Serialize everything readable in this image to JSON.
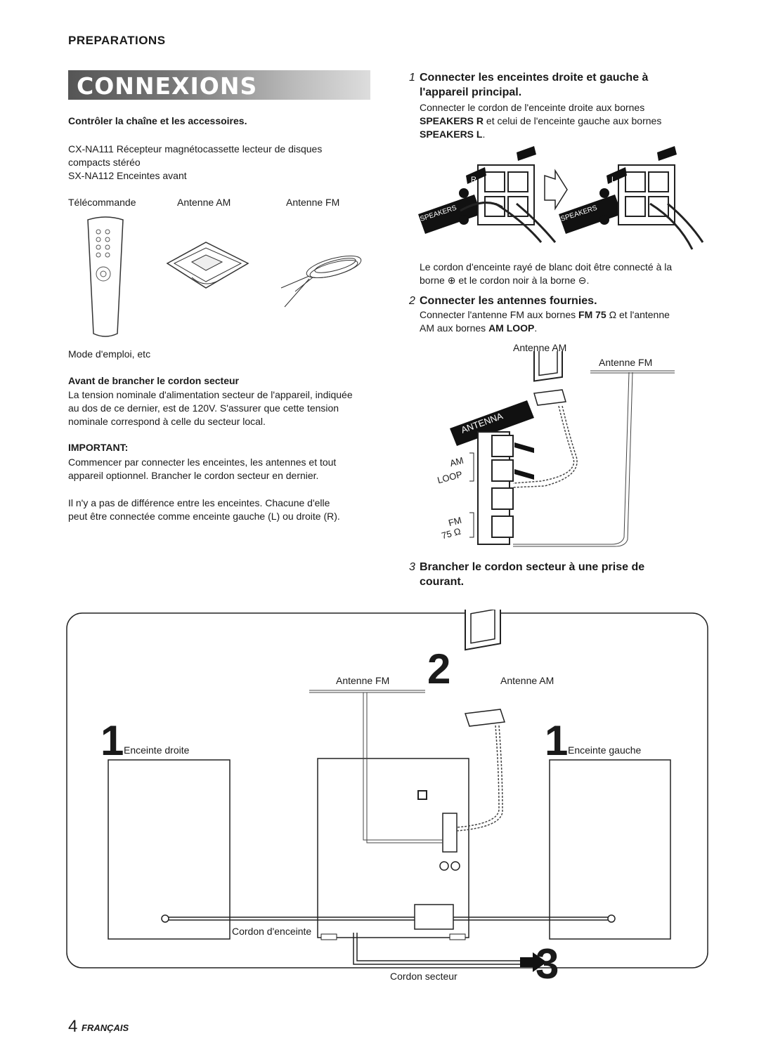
{
  "section_tag": "PREPARATIONS",
  "banner_title": "CONNEXIONS",
  "left": {
    "check_heading": "Contrôler la chaîne et les accessoires.",
    "items_line1": "CX-NA111 Récepteur magnétocassette lecteur de disques",
    "items_line2": "compacts stéréo",
    "items_line3": "SX-NA112 Enceintes avant",
    "accessory_remote": "Télécommande",
    "accessory_am": "Antenne AM",
    "accessory_fm": "Antenne FM",
    "manual_note": "Mode d'emploi, etc",
    "before_heading": "Avant de brancher le cordon secteur",
    "before_text_1": "La tension nominale d'alimentation secteur de l'appareil, indiquée",
    "before_text_2": "au dos de ce dernier, est de 120V. S'assurer que cette tension",
    "before_text_3": "nominale correspond à celle du secteur local.",
    "important_heading": "IMPORTANT:",
    "important_text_1": "Commencer par connecter les enceintes, les antennes et tout",
    "important_text_2": "appareil optionnel. Brancher le cordon secteur en dernier.",
    "speakers_note_1": "Il n'y a pas de différence entre les enceintes. Chacune d'elle",
    "speakers_note_2": "peut être connectée comme enceinte gauche (L) ou droite (R)."
  },
  "right": {
    "step1_num": "1",
    "step1_heading_1": "Connecter les enceintes droite et gauche à",
    "step1_heading_2": "l'appareil principal.",
    "step1_text_1": "Connecter le cordon de l'enceinte droite aux bornes",
    "step1_text_2a": "SPEAKERS R",
    "step1_text_2b": " et  celui de l'enceinte gauche aux bornes",
    "step1_text_3": "SPEAKERS L",
    "step1_text_3b": ".",
    "terminal_r": "R",
    "terminal_l": "L",
    "speakers_tag": "SPEAKERS",
    "wire_note_1": "Le cordon d'enceinte rayé de blanc doit être connecté à la",
    "wire_note_2a": "borne ",
    "wire_note_2b": " et le cordon noir à la borne ",
    "wire_note_2c": ".",
    "step2_num": "2",
    "step2_heading": "Connecter les antennes fournies.",
    "step2_text_1a": "Connecter l'antenne FM aux bornes ",
    "step2_text_1b": "FM 75",
    "step2_text_1c": " Ω et l'antenne",
    "step2_text_2a": "AM aux bornes ",
    "step2_text_2b": "AM LOOP",
    "step2_text_2c": ".",
    "antenna_am_label": "Antenne AM",
    "antenna_fm_label": "Antenne FM",
    "antenna_tag": "ANTENNA",
    "am_loop_1": "AM",
    "am_loop_2": "LOOP",
    "fm_75_1": "FM",
    "fm_75_2": "75 Ω",
    "step3_num": "3",
    "step3_heading_1": "Brancher le cordon secteur à une prise de",
    "step3_heading_2": "courant."
  },
  "overview": {
    "num_2": "2",
    "num_1_left": "1",
    "num_1_right": "1",
    "num_3": "3",
    "antenna_fm": "Antenne FM",
    "antenna_am": "Antenne AM",
    "speaker_right": "Enceinte droite",
    "speaker_left": "Enceinte gauche",
    "speaker_cord": "Cordon d'enceinte",
    "power_cord": "Cordon secteur"
  },
  "footer": {
    "page_number": "4",
    "language": "FRANÇAIS"
  }
}
